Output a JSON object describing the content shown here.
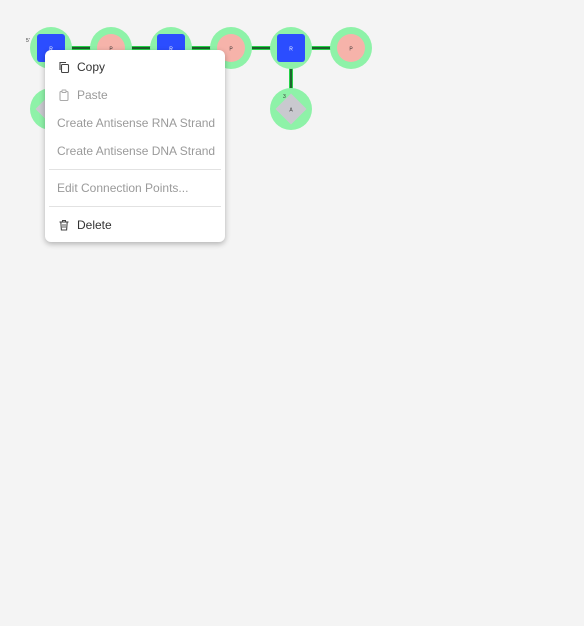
{
  "canvas": {
    "strand_start_label": "5'",
    "colors": {
      "selection_halo": "#8ef2a8",
      "sugar_node": "#2b4dff",
      "phosphate_node": "#f6b3aa",
      "base_node": "#c9c9cf",
      "bond": "#1a1a1a",
      "selected_bond": "#27d14a"
    },
    "nodes": [
      {
        "type": "sugar",
        "label": "R"
      },
      {
        "type": "phosphate",
        "label": "P"
      },
      {
        "type": "sugar",
        "label": "R"
      },
      {
        "type": "phosphate",
        "label": "P"
      },
      {
        "type": "sugar",
        "label": "R"
      },
      {
        "type": "phosphate",
        "label": "P"
      },
      {
        "type": "base",
        "label": "A"
      },
      {
        "type": "base",
        "label": "A"
      }
    ],
    "bottom_right_base_index": "3"
  },
  "context_menu": {
    "copy": {
      "label": "Copy",
      "icon": "copy-icon",
      "enabled": true
    },
    "paste": {
      "label": "Paste",
      "icon": "paste-icon",
      "enabled": false
    },
    "antisense_rna": {
      "label": "Create Antisense RNA Strand",
      "enabled": false
    },
    "antisense_dna": {
      "label": "Create Antisense DNA Strand",
      "enabled": false
    },
    "edit_connection_points": {
      "label": "Edit Connection Points...",
      "enabled": false
    },
    "delete": {
      "label": "Delete",
      "icon": "trash-icon",
      "enabled": true
    }
  }
}
